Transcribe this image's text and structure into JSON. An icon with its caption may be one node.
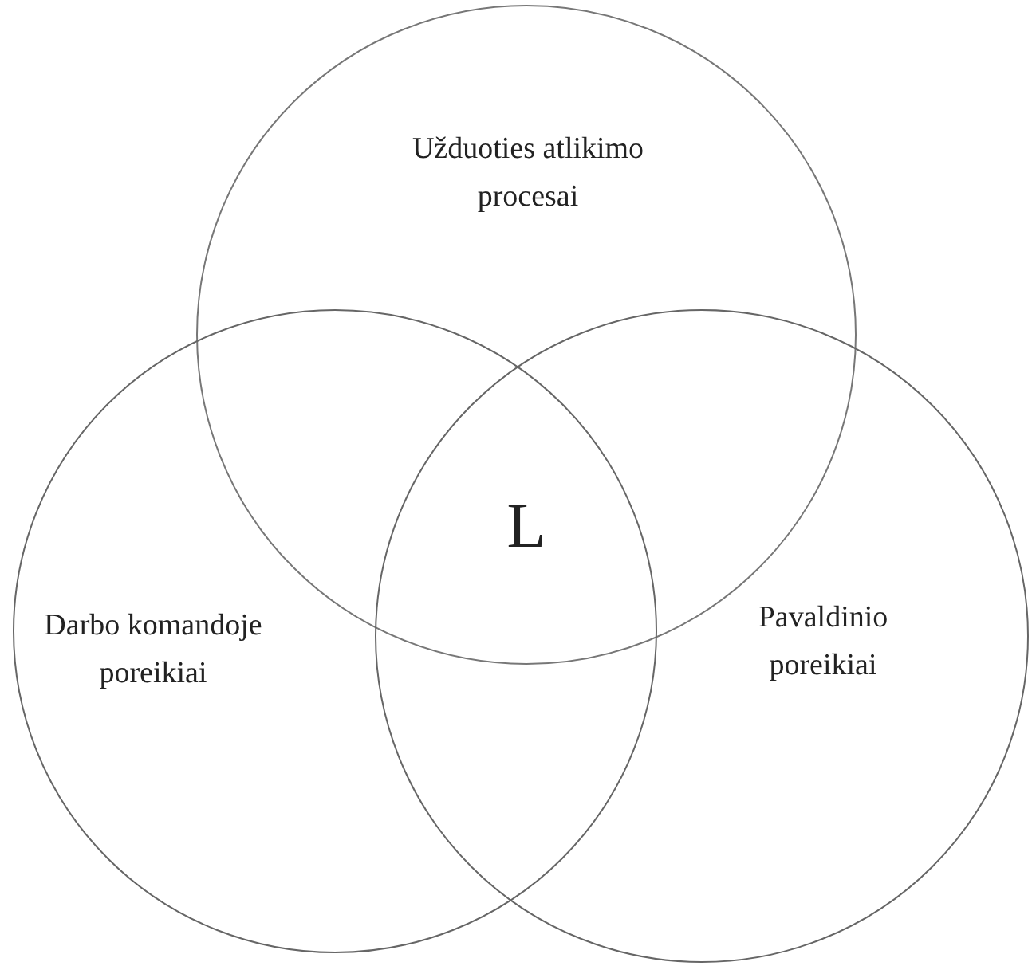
{
  "diagram": {
    "nodes": [
      {
        "text": [
          "Užduoties atlikimo procesai"
        ]
      },
      {
        "text": [
          "Darbo komandoje poreikiai"
        ]
      },
      {
        "text": [
          "Pavaldinio poreikiai"
        ]
      }
    ],
    "labels": [
      "L"
    ]
  }
}
